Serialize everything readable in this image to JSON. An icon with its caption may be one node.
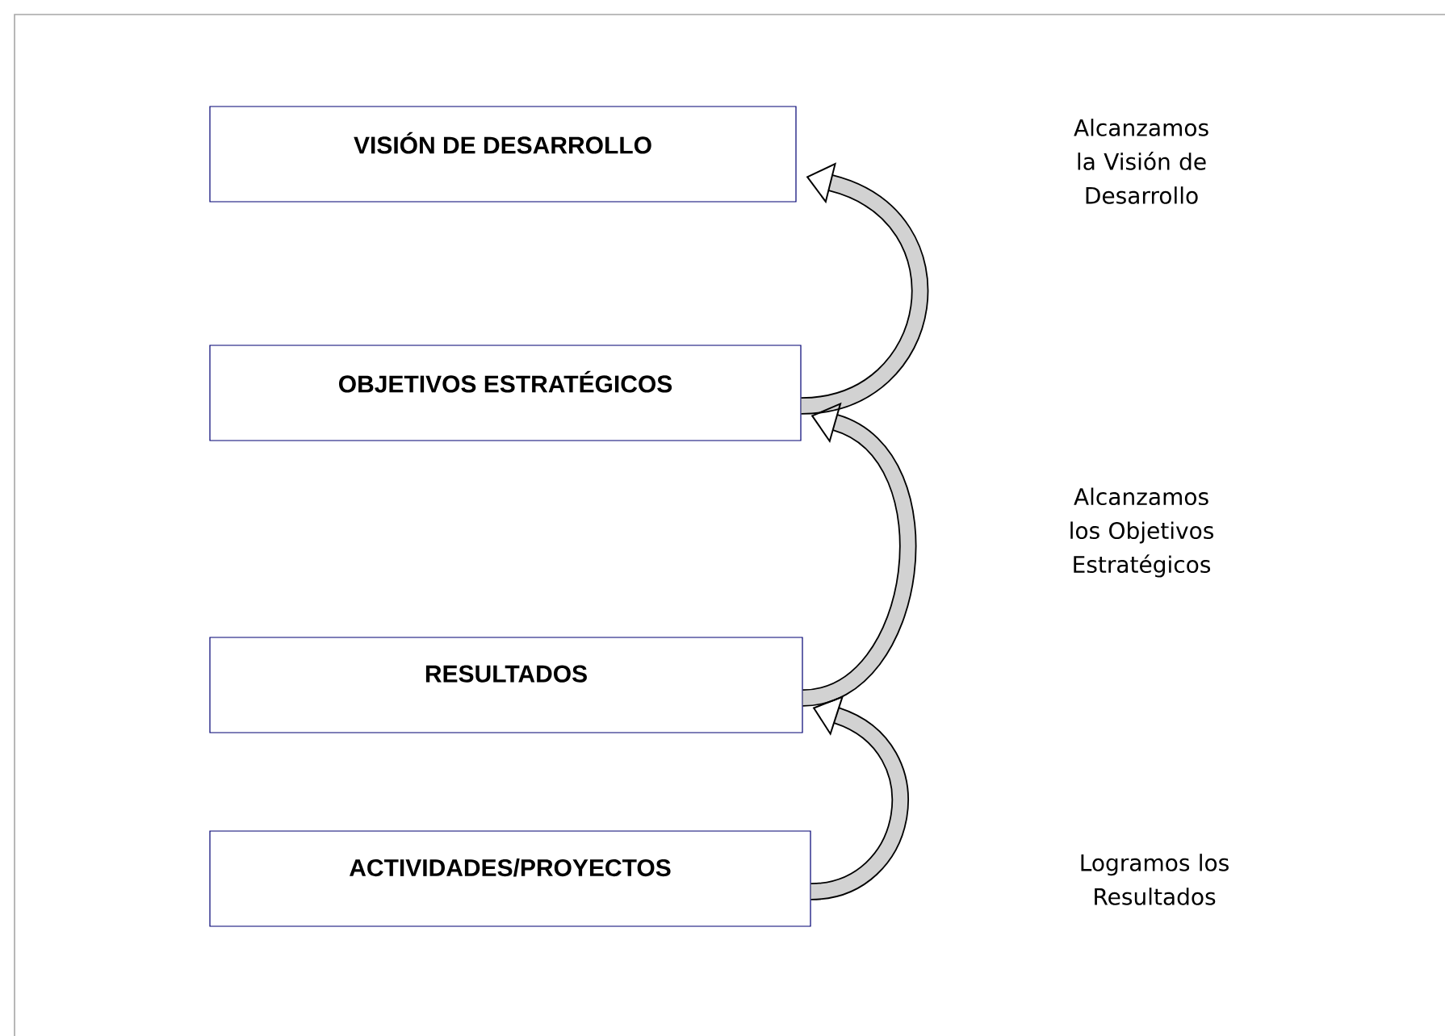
{
  "diagram": {
    "nodes": [
      {
        "text": [
          "VISIÓN DE DESARROLLO"
        ]
      },
      {
        "text": [
          "OBJETIVOS ESTRATÉGICOS"
        ]
      },
      {
        "text": [
          "RESULTADOS"
        ]
      },
      {
        "text": [
          "ACTIVIDADES/PROYECTOS"
        ]
      }
    ],
    "edges": [
      {
        "from": 1,
        "to": 0,
        "arrow": "to"
      },
      {
        "from": 2,
        "to": 1,
        "arrow": "to"
      },
      {
        "from": 3,
        "to": 2,
        "arrow": "to"
      }
    ],
    "labels": [
      "Alcanzamos la Visión de Desarrollo",
      "Alcanzamos los Objetivos Estratégicos",
      "Logramos los Resultados"
    ]
  }
}
